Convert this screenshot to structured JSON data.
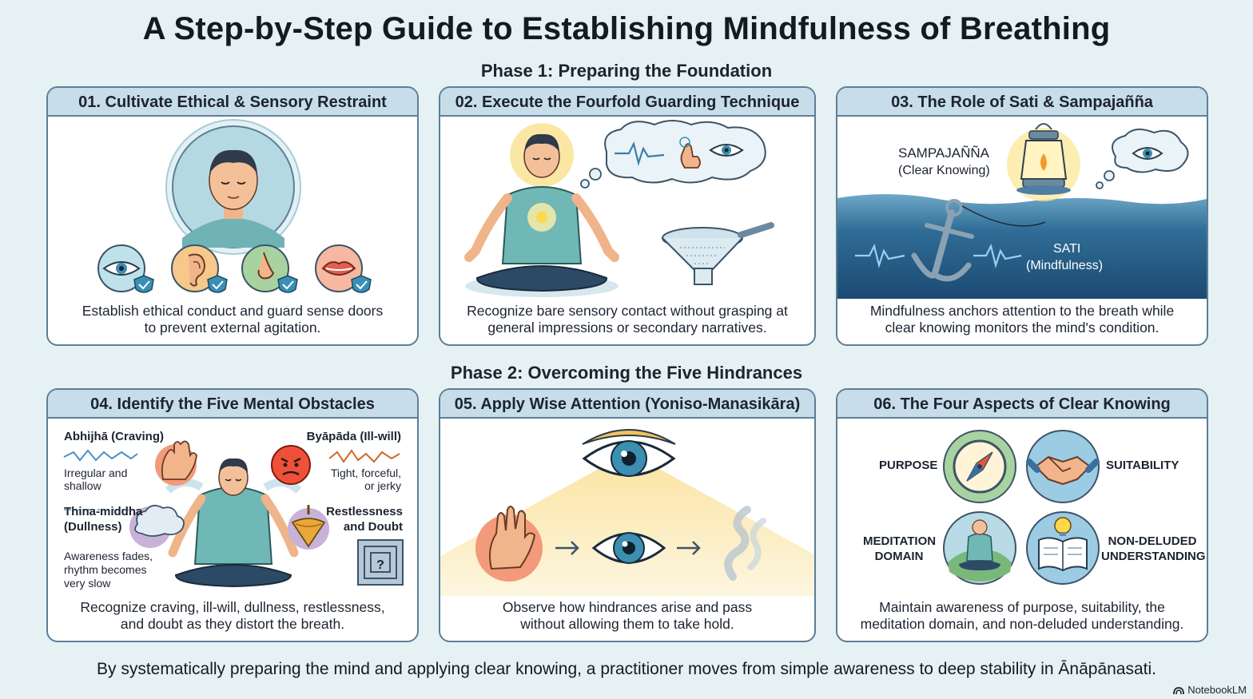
{
  "title": "A Step-by-Step Guide to Establishing Mindfulness of Breathing",
  "phase1": "Phase 1: Preparing the Foundation",
  "phase2": "Phase 2: Overcoming the Five Hindrances",
  "cards": [
    {
      "header": "01. Cultivate Ethical & Sensory Restraint",
      "caption_line1": "Establish ethical conduct and guard sense doors",
      "caption_line2": "to prevent external agitation."
    },
    {
      "header": "02. Execute the Fourfold Guarding Technique",
      "caption_line1": "Recognize bare sensory contact without grasping at",
      "caption_line2": "general impressions or secondary narratives."
    },
    {
      "header": "03. The Role of Sati & Sampajañña",
      "caption_line1": "Mindfulness anchors attention to the breath while",
      "caption_line2": "clear knowing monitors the mind's condition.",
      "sampajanna": "SAMPAJAÑÑA",
      "sampajanna_sub": "(Clear Knowing)",
      "sati": "SATI",
      "sati_sub": "(Mindfulness)"
    },
    {
      "header": "04. Identify the Five Mental Obstacles",
      "caption_line1": "Recognize craving, ill-will, dullness, restlessness,",
      "caption_line2": "and doubt as they distort the breath.",
      "craving": "Abhijhā (Craving)",
      "craving_desc1": "Irregular and",
      "craving_desc2": "shallow",
      "illwill": "Byāpāda (Ill-will)",
      "illwill_desc1": "Tight, forceful,",
      "illwill_desc2": "or jerky",
      "dullness1": "Thina-middha",
      "dullness2": "(Dullness)",
      "dullness_desc1": "Awareness fades,",
      "dullness_desc2": "rhythm becomes",
      "dullness_desc3": "very slow",
      "restless1": "Restlessness",
      "restless2": "and Doubt"
    },
    {
      "header": "05. Apply Wise Attention (Yoniso-Manasikāra)",
      "caption_line1": "Observe how hindrances arise and pass",
      "caption_line2": "without allowing them to take hold."
    },
    {
      "header": "06. The Four Aspects of Clear Knowing",
      "caption_line1": "Maintain awareness of purpose, suitability, the",
      "caption_line2": "meditation domain, and non-deluded understanding.",
      "purpose": "PURPOSE",
      "suitability": "SUITABILITY",
      "domain1": "MEDITATION",
      "domain2": "DOMAIN",
      "nondeluded1": "NON-DELUDED",
      "nondeluded2": "UNDERSTANDING"
    }
  ],
  "footer": "By systematically preparing the mind and applying clear knowing, a practitioner moves from simple awareness to deep stability in Ānāpānasati.",
  "brand": "NotebookLM",
  "colors": {
    "background": "#e6f1f4",
    "border": "#5d7e98",
    "header_fill": "#c7dde9",
    "water": "#2f6d96"
  }
}
